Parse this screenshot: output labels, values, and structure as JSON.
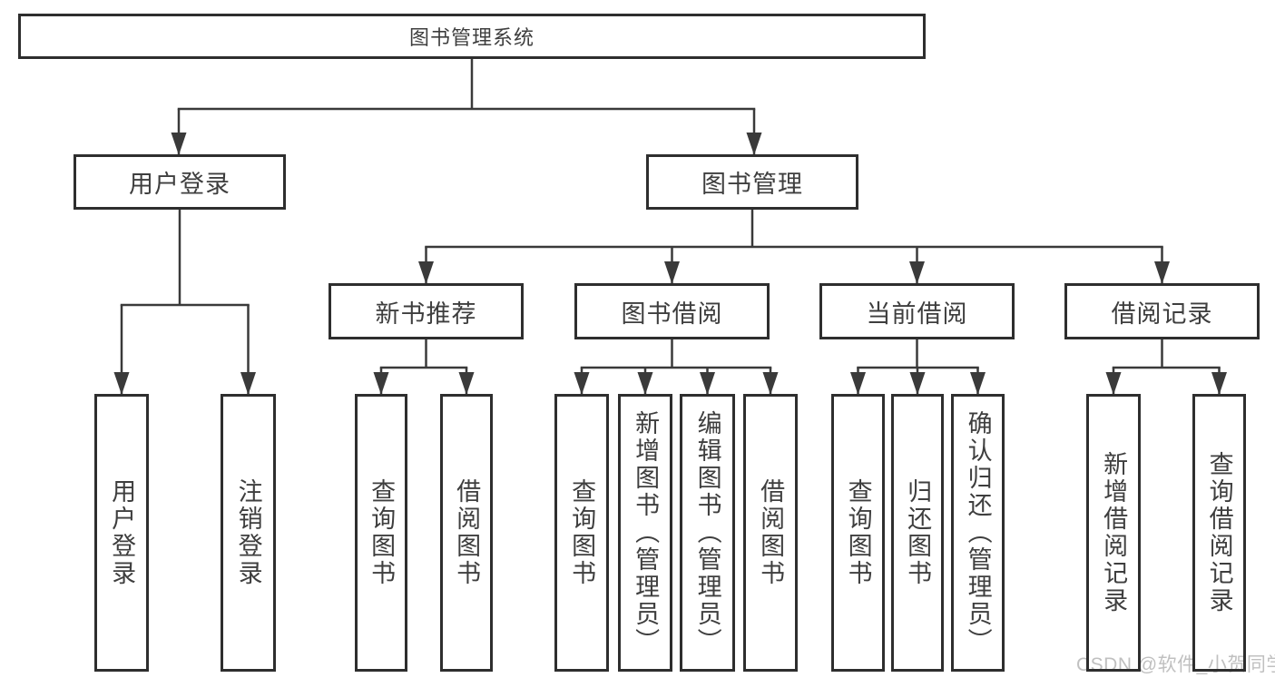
{
  "tree": {
    "root": {
      "label": "图书管理系统"
    },
    "user_login": {
      "label": "用户登录",
      "children": [
        {
          "label": "用户登录"
        },
        {
          "label": "注销登录"
        }
      ]
    },
    "book_mgmt": {
      "label": "图书管理",
      "groups": [
        {
          "label": "新书推荐",
          "children": [
            {
              "label": "查询图书"
            },
            {
              "label": "借阅图书"
            }
          ]
        },
        {
          "label": "图书借阅",
          "children": [
            {
              "label": "查询图书"
            },
            {
              "label": "新增图书（管理员）"
            },
            {
              "label": "编辑图书（管理员）"
            },
            {
              "label": "借阅图书"
            }
          ]
        },
        {
          "label": "当前借阅",
          "children": [
            {
              "label": "查询图书"
            },
            {
              "label": "归还图书"
            },
            {
              "label": "确认归还（管理员）"
            }
          ]
        },
        {
          "label": "借阅记录",
          "children": [
            {
              "label": "新增借阅记录"
            },
            {
              "label": "查询借阅记录"
            }
          ]
        }
      ]
    }
  },
  "watermark": {
    "text": "CSDN @软件_小贺同学"
  },
  "colors": {
    "line": "#3a3a3a",
    "box_border": "#2e2e2e",
    "text": "#3e3e3e",
    "watermark": "#c0c0c0",
    "background": "#ffffff"
  }
}
